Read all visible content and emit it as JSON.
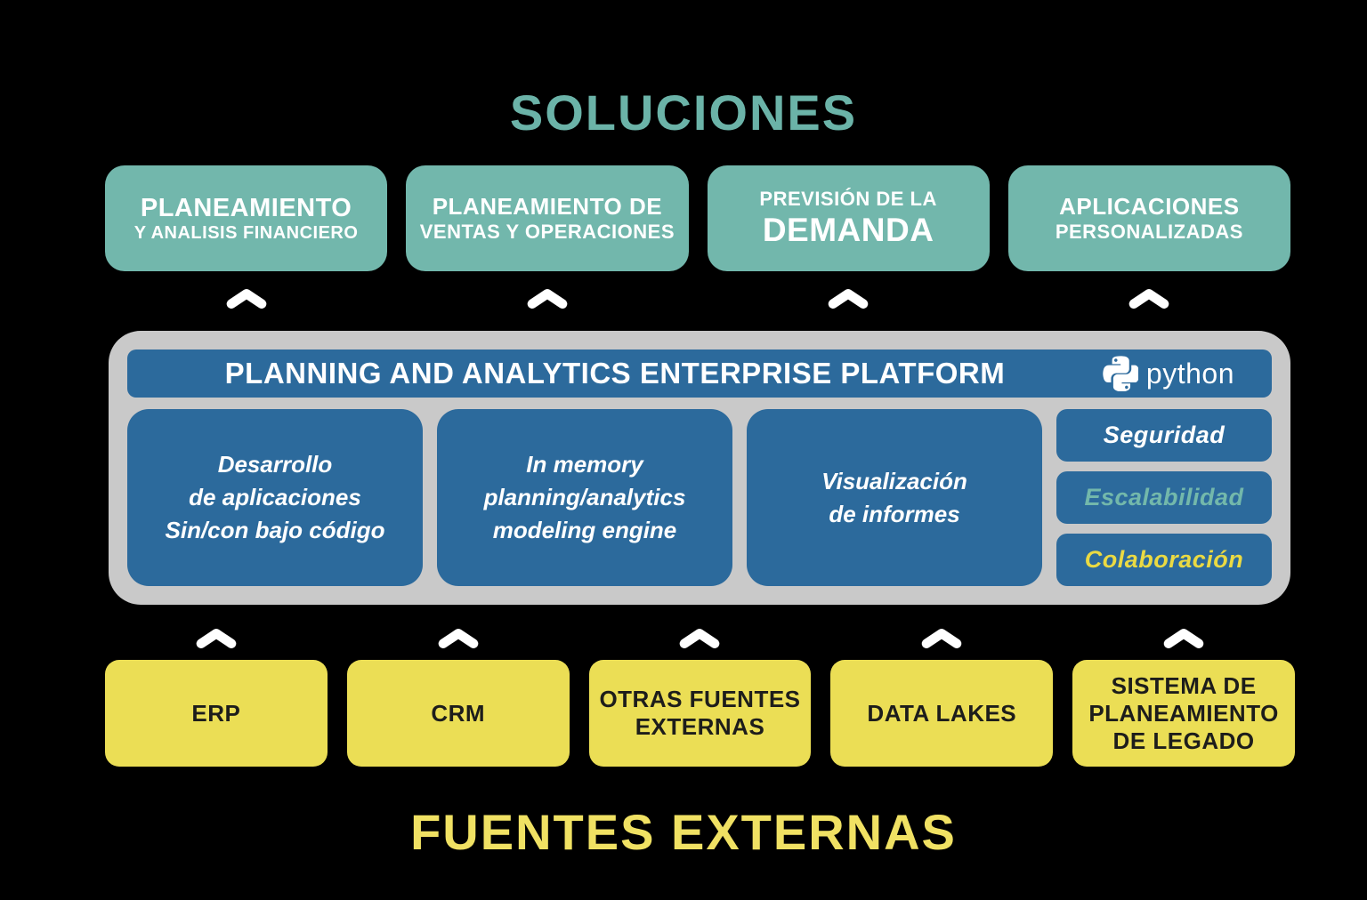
{
  "colors": {
    "background": "#000000",
    "teal_box": "#72b7ac",
    "teal_title": "#6bb3a8",
    "blue": "#2c6a9c",
    "gray_panel": "#c9c9c9",
    "yellow_box": "#ebde55",
    "yellow_title": "#f0e163",
    "dark_text": "#1d1d1b",
    "white": "#ffffff",
    "feature_escalabilidad": "#73b8ab",
    "feature_colaboracion": "#eada43"
  },
  "solutions": {
    "title": "SOLUCIONES",
    "boxes": [
      {
        "line1": "PLANEAMIENTO",
        "line2": "Y ANALISIS FINANCIERO"
      },
      {
        "line1": "PLANEAMIENTO DE",
        "line2": "VENTAS Y OPERACIONES"
      },
      {
        "line1": "PREVISIÓN DE LA",
        "line2": "DEMANDA"
      },
      {
        "line1": "APLICACIONES",
        "line2": "PERSONALIZADAS"
      }
    ]
  },
  "platform": {
    "header": "PLANNING AND ANALYTICS ENTERPRISE PLATFORM",
    "python_logo_label": "python",
    "modules": [
      {
        "lines": [
          "Desarrollo",
          "de aplicaciones",
          "Sin/con bajo código"
        ]
      },
      {
        "lines": [
          "In memory",
          "planning/analytics",
          "modeling engine"
        ]
      },
      {
        "lines": [
          "Visualización",
          "de informes"
        ]
      }
    ],
    "features": [
      {
        "label": "Seguridad",
        "color": "#ffffff"
      },
      {
        "label": "Escalabilidad",
        "color": "#73b8ab"
      },
      {
        "label": "Colaboración",
        "color": "#eada43"
      }
    ]
  },
  "sources": {
    "title": "FUENTES EXTERNAS",
    "boxes": [
      {
        "lines": [
          "ERP"
        ]
      },
      {
        "lines": [
          "CRM"
        ]
      },
      {
        "lines": [
          "OTRAS FUENTES",
          "EXTERNAS"
        ]
      },
      {
        "lines": [
          "DATA LAKES"
        ]
      },
      {
        "lines": [
          "SISTEMA DE",
          "PLANEAMIENTO",
          "DE LEGADO"
        ]
      }
    ]
  }
}
